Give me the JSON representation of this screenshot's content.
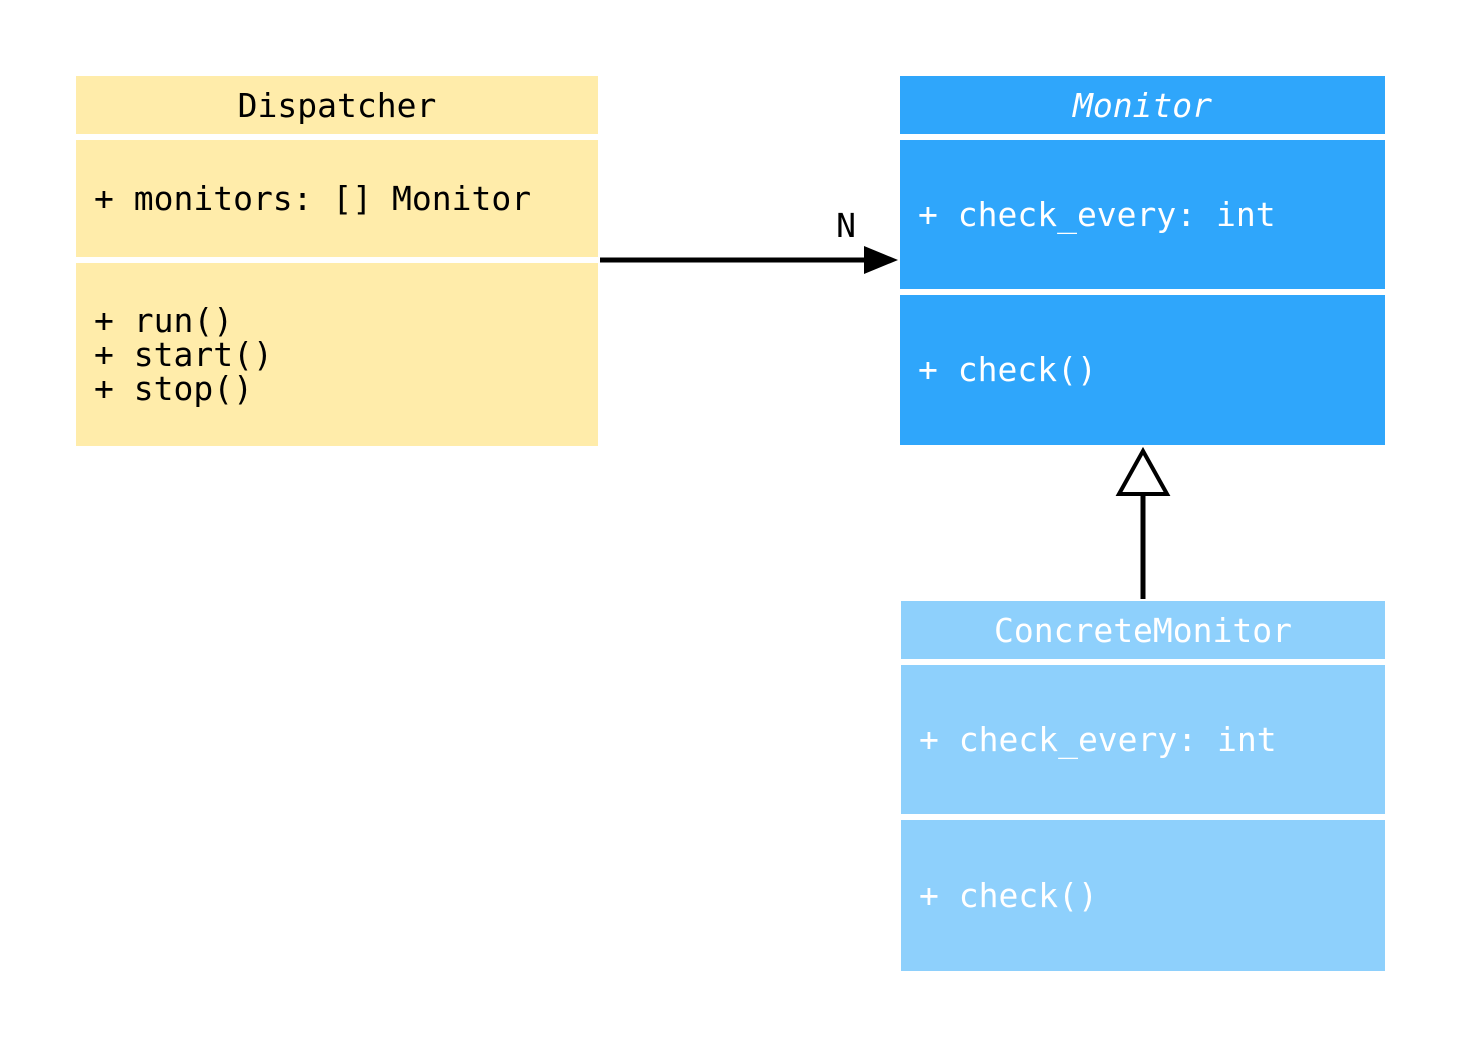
{
  "diagram": {
    "type": "uml-class-diagram",
    "background_color": "#ffffff",
    "classes": [
      {
        "name": "Dispatcher",
        "abstract": false,
        "fill_color": "#FFECAA",
        "text_color": "#000000",
        "attributes": [
          "+ monitors: [] Monitor"
        ],
        "methods": [
          "+ run()",
          "+ start()",
          "+ stop()"
        ]
      },
      {
        "name": "Monitor",
        "abstract": true,
        "fill_color": "#2FA6FB",
        "text_color": "#FFFFFF",
        "attributes": [
          "+ check_every: int"
        ],
        "methods": [
          "+ check()"
        ]
      },
      {
        "name": "ConcreteMonitor",
        "abstract": false,
        "fill_color": "#8ED0FC",
        "text_color": "#FFFFFF",
        "attributes": [
          "+ check_every: int"
        ],
        "methods": [
          "+ check()"
        ]
      }
    ],
    "relationships": [
      {
        "type": "association",
        "from": "Dispatcher",
        "to": "Monitor",
        "label": "N",
        "line_color": "#000000"
      },
      {
        "type": "inheritance",
        "from": "ConcreteMonitor",
        "to": "Monitor",
        "label": "",
        "line_color": "#000000"
      }
    ]
  }
}
